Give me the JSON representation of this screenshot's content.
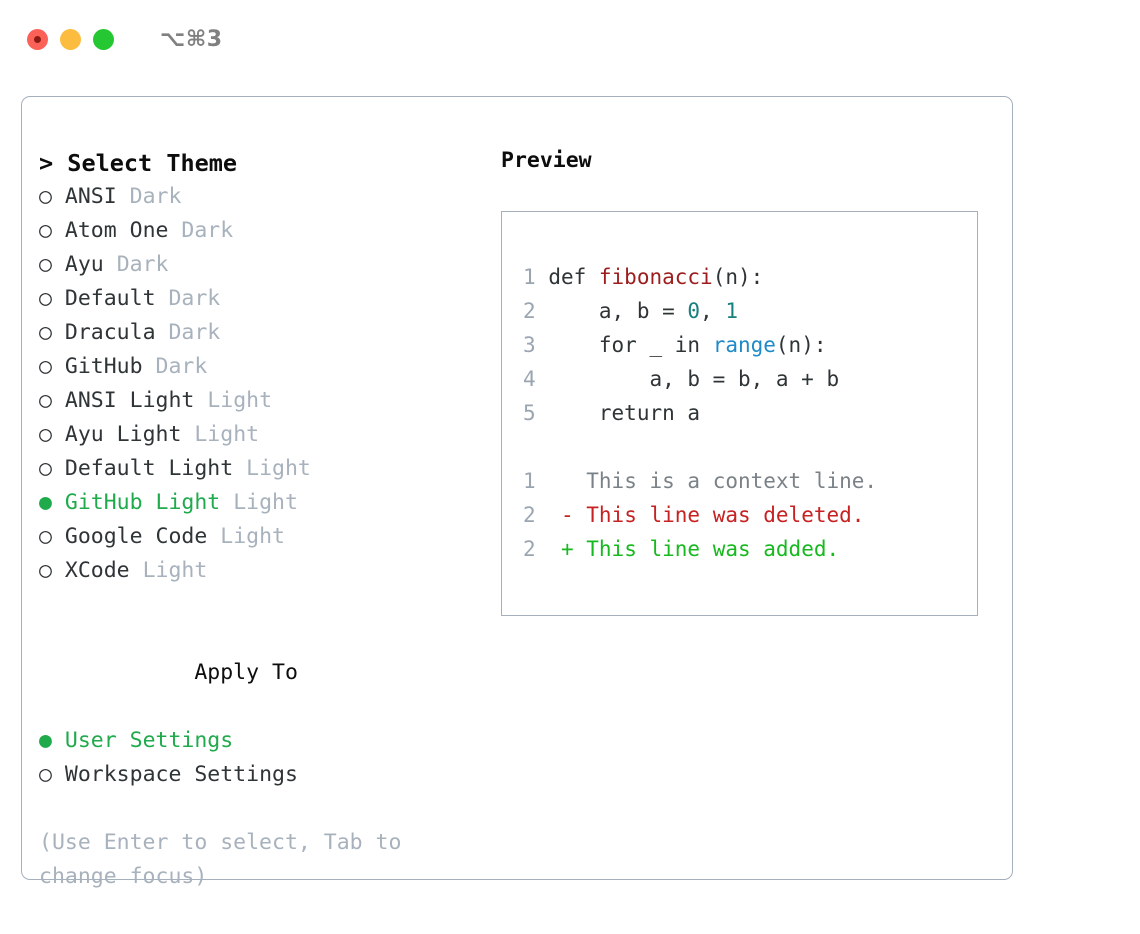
{
  "titlebar": {
    "shortcut": "⌥⌘3",
    "lights": [
      {
        "name": "close",
        "color": "#fc6158"
      },
      {
        "name": "minimize",
        "color": "#fcbc40"
      },
      {
        "name": "maximize",
        "color": "#25c732"
      }
    ]
  },
  "theme_picker": {
    "header": "> Select Theme",
    "caret": ">",
    "marker_selected": "●",
    "marker_unselected": "○",
    "items": [
      {
        "marker": "○",
        "name": "ANSI",
        "badge": "Dark",
        "selected": false
      },
      {
        "marker": "○",
        "name": "Atom One",
        "badge": "Dark",
        "selected": false
      },
      {
        "marker": "○",
        "name": "Ayu",
        "badge": "Dark",
        "selected": false
      },
      {
        "marker": "○",
        "name": "Default",
        "badge": "Dark",
        "selected": false
      },
      {
        "marker": "○",
        "name": "Dracula",
        "badge": "Dark",
        "selected": false
      },
      {
        "marker": "○",
        "name": "GitHub",
        "badge": "Dark",
        "selected": false
      },
      {
        "marker": "○",
        "name": "ANSI Light",
        "badge": "Light",
        "selected": false
      },
      {
        "marker": "○",
        "name": "Ayu Light",
        "badge": "Light",
        "selected": false
      },
      {
        "marker": "○",
        "name": "Default Light",
        "badge": "Light",
        "selected": false
      },
      {
        "marker": "●",
        "name": "GitHub Light",
        "badge": "Light",
        "selected": true
      },
      {
        "marker": "○",
        "name": "Google Code",
        "badge": "Light",
        "selected": false
      },
      {
        "marker": "○",
        "name": "XCode",
        "badge": "Light",
        "selected": false
      }
    ]
  },
  "apply_to": {
    "header": "Apply To",
    "items": [
      {
        "marker": "●",
        "name": "User Settings",
        "selected": true
      },
      {
        "marker": "○",
        "name": "Workspace Settings",
        "selected": false
      }
    ]
  },
  "hint": "(Use Enter to select, Tab to change focus)",
  "preview": {
    "title": "Preview",
    "code_lines": [
      {
        "number": "1",
        "tokens": [
          {
            "text": "def ",
            "type": "plain"
          },
          {
            "text": "fibonacci",
            "type": "fn"
          },
          {
            "text": "(n):",
            "type": "plain"
          }
        ]
      },
      {
        "number": "2",
        "tokens": [
          {
            "text": "    a, b = ",
            "type": "plain"
          },
          {
            "text": "0",
            "type": "num"
          },
          {
            "text": ", ",
            "type": "plain"
          },
          {
            "text": "1",
            "type": "num"
          }
        ]
      },
      {
        "number": "3",
        "tokens": [
          {
            "text": "    for _ in ",
            "type": "plain"
          },
          {
            "text": "range",
            "type": "call"
          },
          {
            "text": "(n):",
            "type": "plain"
          }
        ]
      },
      {
        "number": "4",
        "tokens": [
          {
            "text": "        a, b = b, a + b",
            "type": "plain"
          }
        ]
      },
      {
        "number": "5",
        "tokens": [
          {
            "text": "    return a",
            "type": "plain"
          }
        ]
      }
    ],
    "diff_lines": [
      {
        "number": "1",
        "sign": " ",
        "text": "This is a context line.",
        "kind": "context"
      },
      {
        "number": "2",
        "sign": "-",
        "text": "This line was deleted.",
        "kind": "deleted"
      },
      {
        "number": "2",
        "sign": "+",
        "text": "This line was added.",
        "kind": "added"
      }
    ]
  },
  "colors": {
    "accent_green": "#1faa4b",
    "muted": "#a8b2bd",
    "border": "#a6b0bd",
    "diff_add": "#17b91f",
    "diff_del": "#c62222",
    "syntax_fn": "#9c1d1d",
    "syntax_num": "#17807c",
    "syntax_call": "#1e8bc8"
  }
}
